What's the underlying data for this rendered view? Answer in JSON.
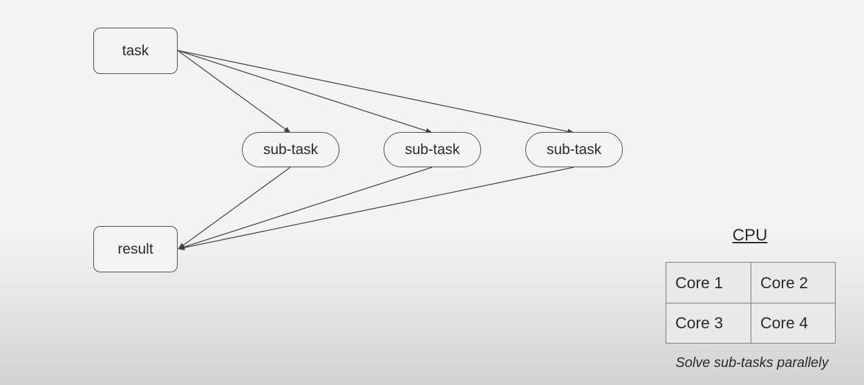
{
  "diagram": {
    "task_label": "task",
    "result_label": "result",
    "subtasks": [
      {
        "label": "sub-task"
      },
      {
        "label": "sub-task"
      },
      {
        "label": "sub-task"
      }
    ],
    "edge_color": "#444444"
  },
  "cpu": {
    "title": "CPU",
    "cores": [
      "Core 1",
      "Core 2",
      "Core 3",
      "Core 4"
    ],
    "caption": "Solve sub-tasks parallely"
  }
}
